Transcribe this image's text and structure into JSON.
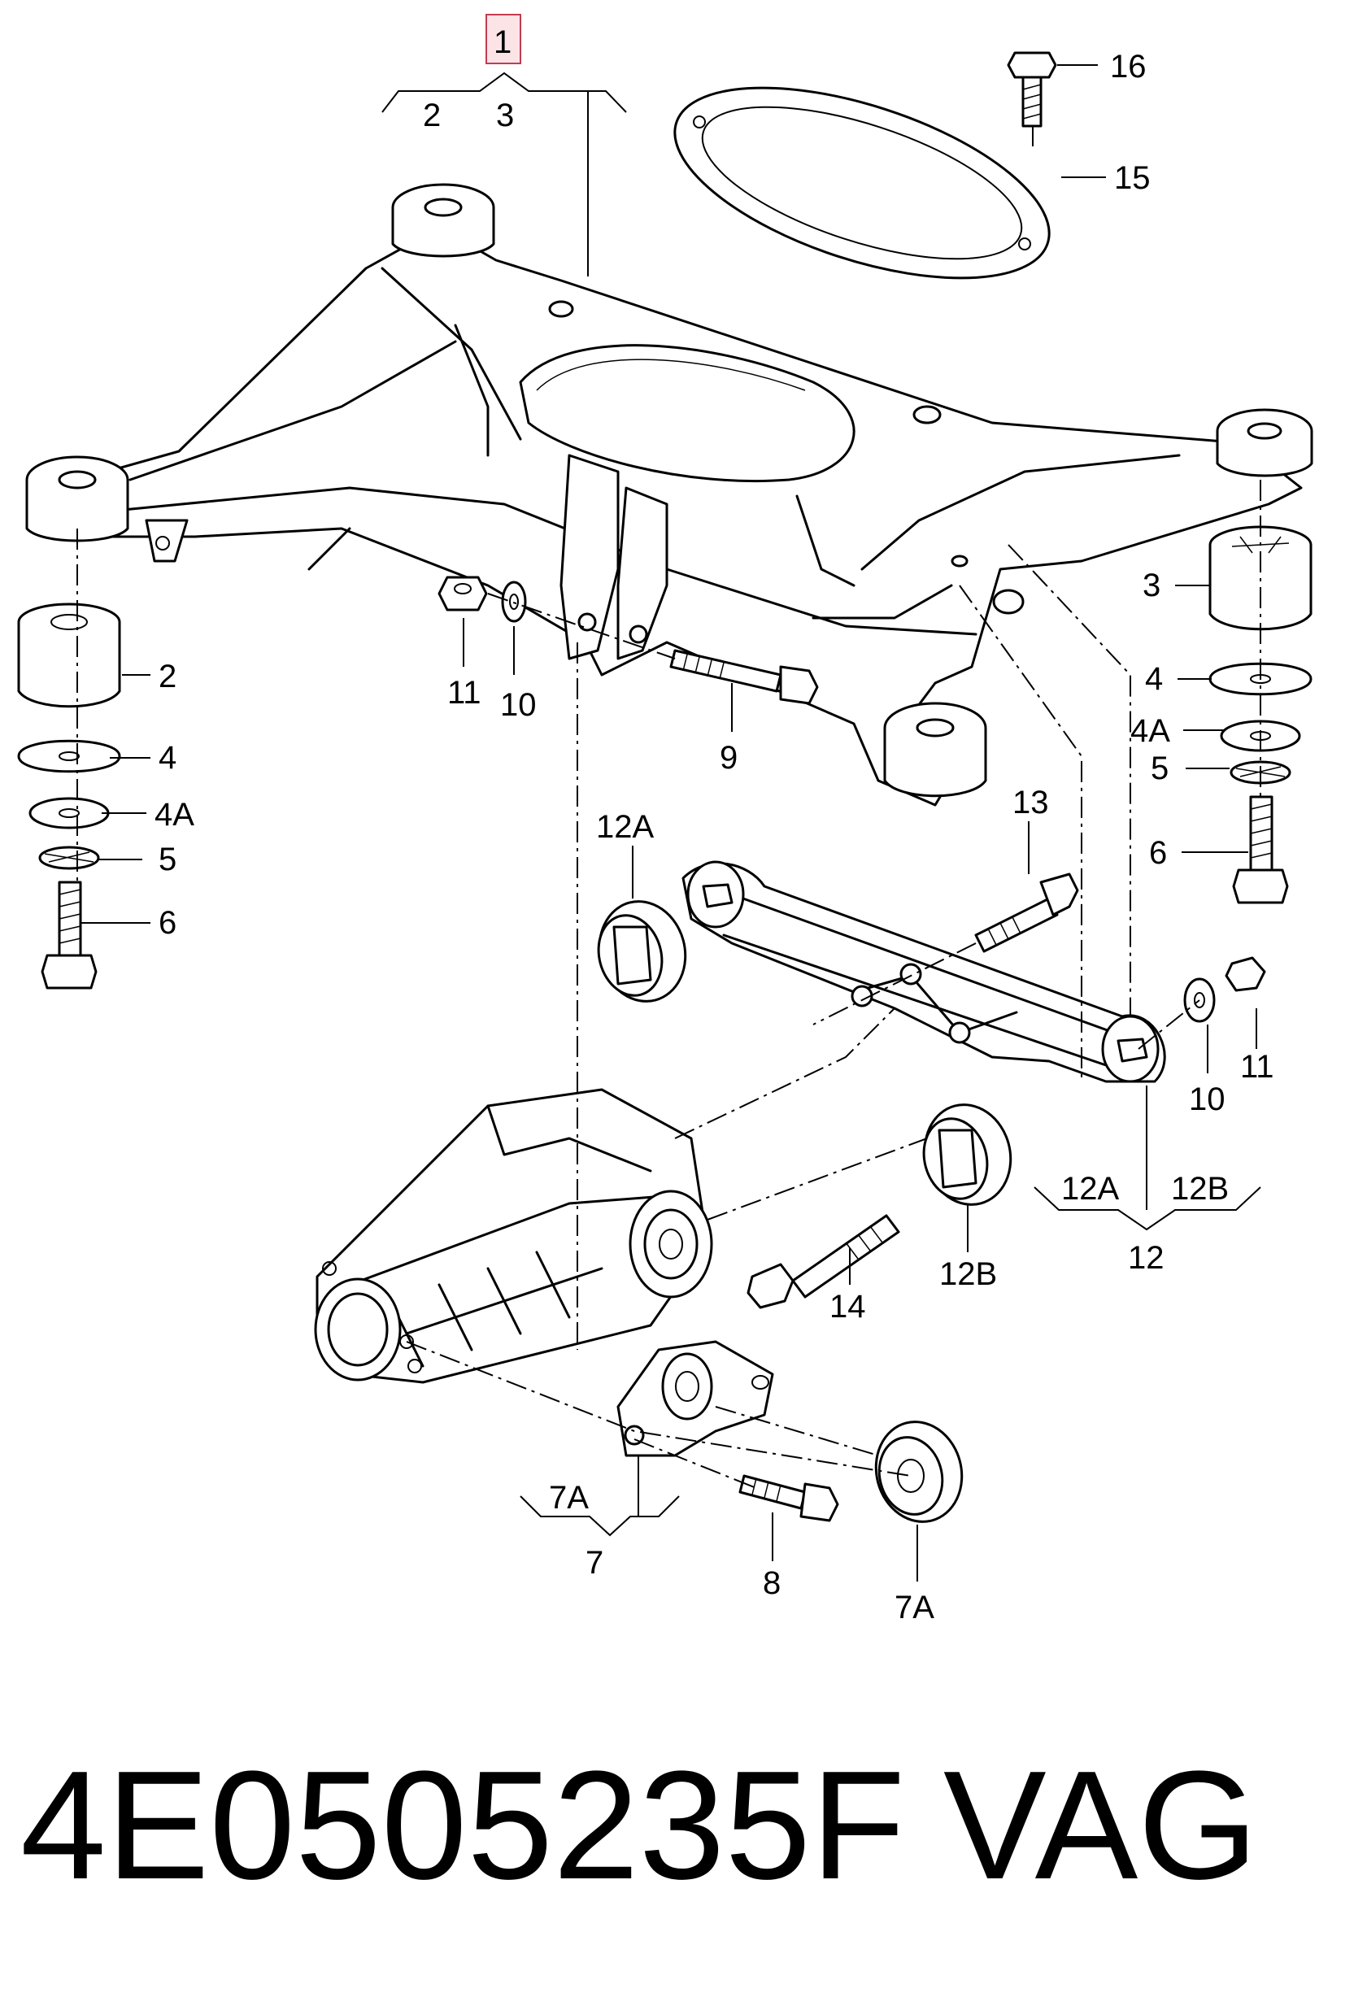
{
  "labels": {
    "l1": "1",
    "l2top": "2",
    "l3top": "3",
    "l16": "16",
    "l15": "15",
    "l2": "2",
    "l4": "4",
    "l4A": "4A",
    "l5": "5",
    "l6": "6",
    "l11": "11",
    "l10": "10",
    "l9": "9",
    "r3": "3",
    "r4": "4",
    "r4A": "4A",
    "r5": "5",
    "r6": "6",
    "l12A": "12A",
    "l13": "13",
    "r11": "11",
    "r10": "10",
    "b12A": "12A",
    "b12B": "12B",
    "b12": "12",
    "l14": "14",
    "l12B": "12B",
    "l7A": "7A",
    "l7": "7",
    "l8": "8",
    "r7A": "7A"
  },
  "footer": {
    "part_number": "4E0505235F",
    "brand": "VAG"
  },
  "colors": {
    "highlight_fill": "#fbe3e6",
    "highlight_border": "#c23b50"
  }
}
